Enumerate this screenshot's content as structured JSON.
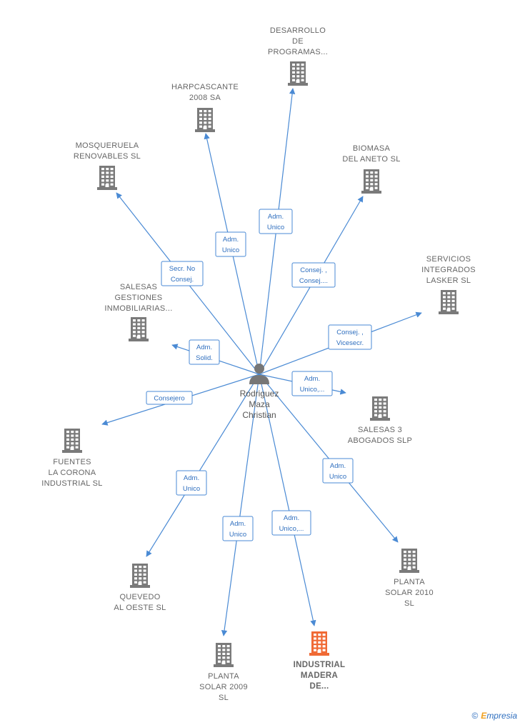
{
  "colors": {
    "edge": "#4a8ad4",
    "building": "#7a7a7a",
    "building_highlight": "#f06a35",
    "person": "#777777",
    "label": "#666666",
    "edge_text": "#2f6fbf"
  },
  "center": {
    "name": [
      "Rodriguez",
      "Maza",
      "Christian"
    ],
    "icon": "person-icon"
  },
  "companies": [
    {
      "id": "desarrollo",
      "label": [
        "DESARROLLO",
        "DE",
        "PROGRAMAS..."
      ],
      "highlight": false
    },
    {
      "id": "harpcascante",
      "label": [
        "HARPCASCANTE",
        "2008 SA"
      ],
      "highlight": false
    },
    {
      "id": "mosqueruela",
      "label": [
        "MOSQUERUELA",
        "RENOVABLES SL"
      ],
      "highlight": false
    },
    {
      "id": "biomasa",
      "label": [
        "BIOMASA",
        "DEL ANETO SL"
      ],
      "highlight": false
    },
    {
      "id": "servicios",
      "label": [
        "SERVICIOS",
        "INTEGRADOS",
        "LASKER  SL"
      ],
      "highlight": false
    },
    {
      "id": "salesas-gestiones",
      "label": [
        "SALESAS",
        "GESTIONES",
        "INMOBILIARIAS..."
      ],
      "highlight": false
    },
    {
      "id": "salesas3",
      "label": [
        "SALESAS 3",
        "ABOGADOS  SLP"
      ],
      "highlight": false
    },
    {
      "id": "fuentes",
      "label": [
        "FUENTES",
        "LA CORONA",
        "INDUSTRIAL SL"
      ],
      "highlight": false
    },
    {
      "id": "quevedo",
      "label": [
        "QUEVEDO",
        "AL OESTE  SL"
      ],
      "highlight": false
    },
    {
      "id": "planta2009",
      "label": [
        "PLANTA",
        "SOLAR 2009",
        "SL"
      ],
      "highlight": false
    },
    {
      "id": "industrial",
      "label": [
        "INDUSTRIAL",
        "MADERA",
        "DE..."
      ],
      "highlight": true
    },
    {
      "id": "planta2010",
      "label": [
        "PLANTA",
        "SOLAR 2010",
        "SL"
      ],
      "highlight": false
    }
  ],
  "edges": [
    {
      "to": "desarrollo",
      "label": [
        "Adm.",
        "Unico"
      ]
    },
    {
      "to": "harpcascante",
      "label": [
        "Adm.",
        "Unico"
      ]
    },
    {
      "to": "mosqueruela",
      "label": [
        "Secr.  No",
        "Consej."
      ]
    },
    {
      "to": "biomasa",
      "label": [
        "Consej. ,",
        "Consej...."
      ]
    },
    {
      "to": "servicios",
      "label": [
        "Consej. ,",
        "Vicesecr."
      ]
    },
    {
      "to": "salesas-gestiones",
      "label": [
        "Adm.",
        "Solid."
      ]
    },
    {
      "to": "salesas3",
      "label": [
        "Adm.",
        "Unico,..."
      ]
    },
    {
      "to": "fuentes",
      "label": [
        "Consejero"
      ]
    },
    {
      "to": "quevedo",
      "label": [
        "Adm.",
        "Unico"
      ]
    },
    {
      "to": "planta2009",
      "label": [
        "Adm.",
        "Unico"
      ]
    },
    {
      "to": "industrial",
      "label": [
        "Adm.",
        "Unico,..."
      ]
    },
    {
      "to": "planta2010",
      "label": [
        "Adm.",
        "Unico"
      ]
    }
  ],
  "footer": {
    "copyright": "©",
    "brand_first": "E",
    "brand_rest": "mpresia"
  }
}
